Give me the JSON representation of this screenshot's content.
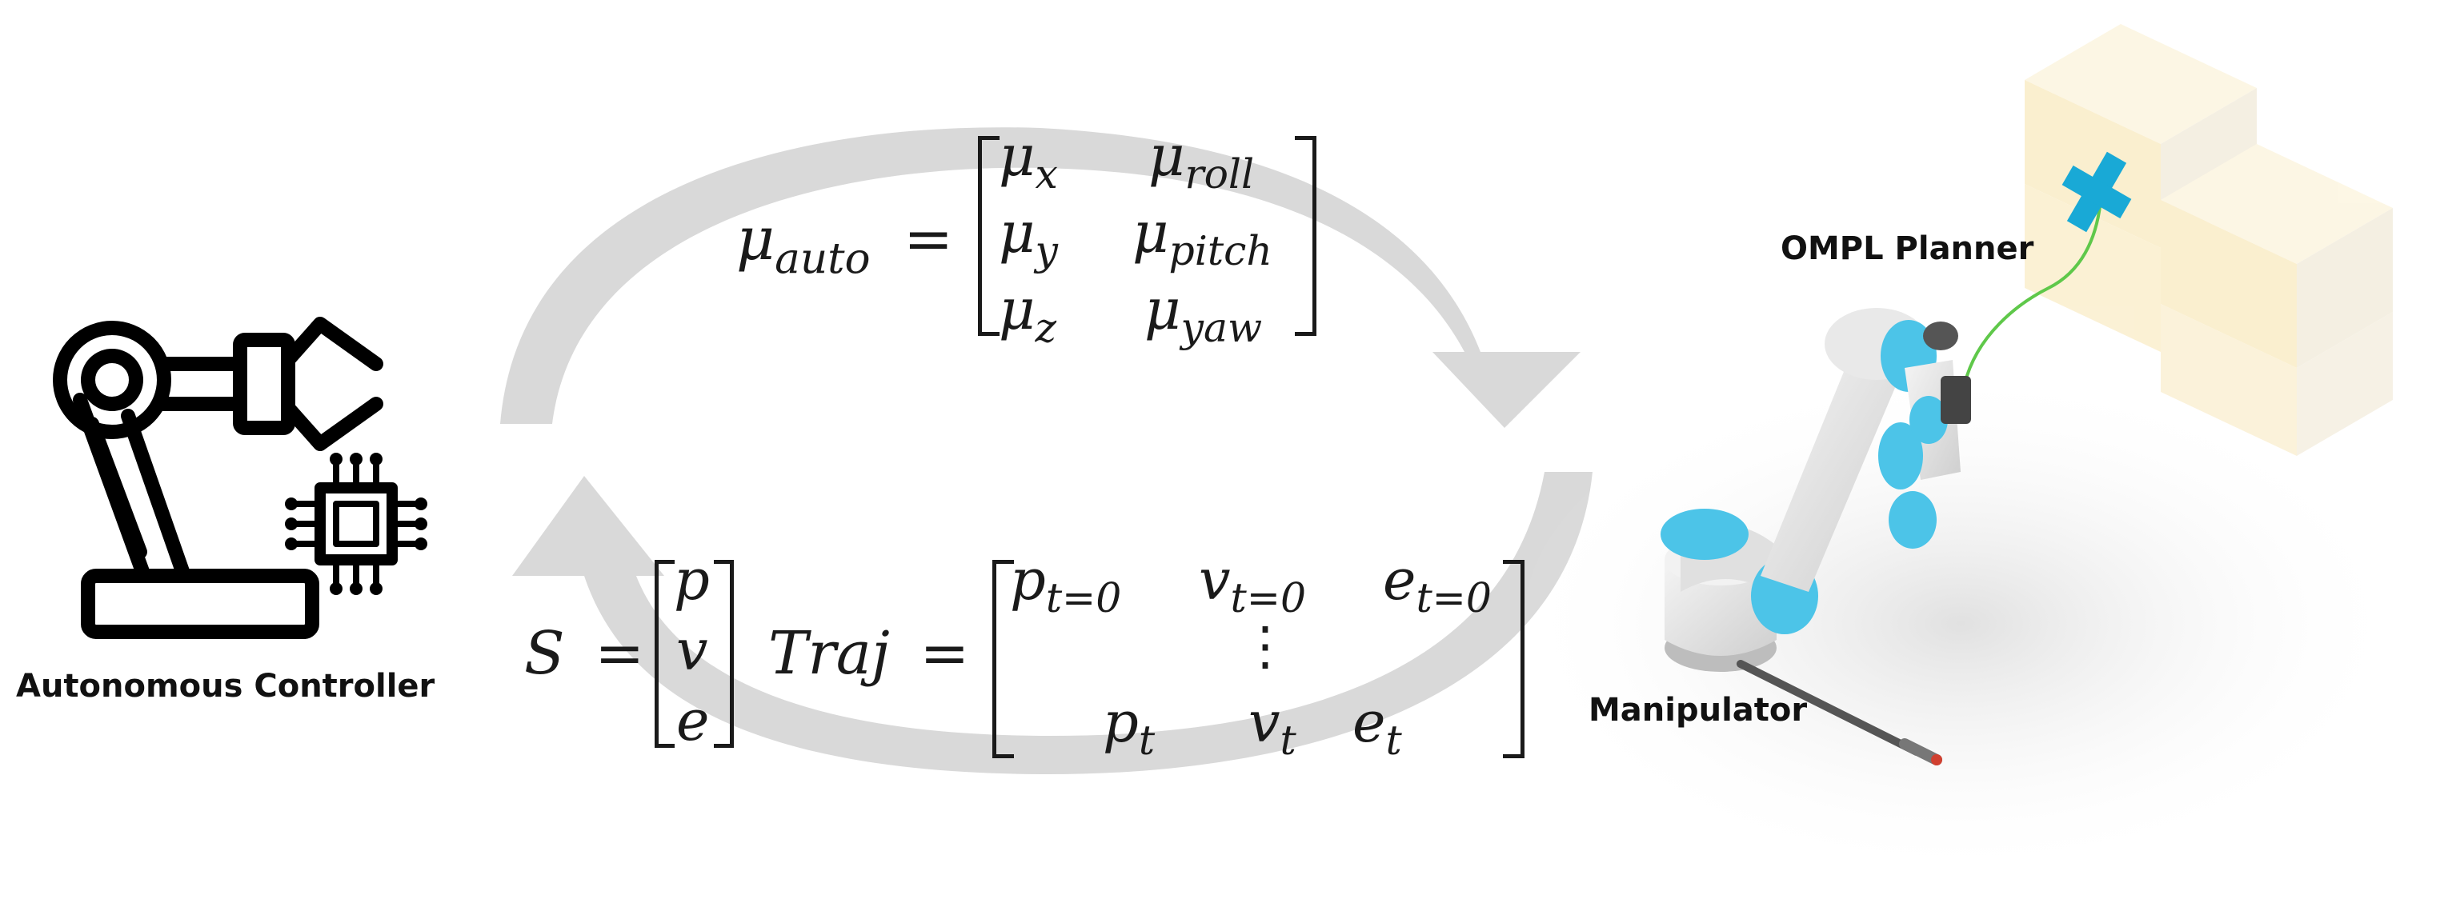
{
  "labels": {
    "controller": "Autonomous Controller",
    "planner": "OMPL Planner",
    "manipulator": "Manipulator"
  },
  "equations": {
    "mu_auto": {
      "lhs": "μ",
      "lhs_sub": "auto",
      "eq": "=",
      "rows": [
        [
          {
            "sym": "μ",
            "sub": "x"
          },
          {
            "sym": "μ",
            "sub": "roll"
          }
        ],
        [
          {
            "sym": "μ",
            "sub": "y"
          },
          {
            "sym": "μ",
            "sub": "pitch"
          }
        ],
        [
          {
            "sym": "μ",
            "sub": "z"
          },
          {
            "sym": "μ",
            "sub": "yaw"
          }
        ]
      ]
    },
    "state": {
      "lhs": "S",
      "eq": "=",
      "rows": [
        "p",
        "v",
        "e"
      ]
    },
    "traj": {
      "lhs": "Traj",
      "eq": "=",
      "row0": [
        {
          "sym": "p",
          "sub": "t=0"
        },
        {
          "sym": "v",
          "sub": "t=0"
        },
        {
          "sym": "e",
          "sub": "t=0"
        }
      ],
      "dots": "⋮",
      "rowt": [
        {
          "sym": "p",
          "sub": "t"
        },
        {
          "sym": "v",
          "sub": "t"
        },
        {
          "sym": "e",
          "sub": "t"
        }
      ]
    }
  },
  "colors": {
    "arrow": "#d9d9d9",
    "joint": "#4cc4e8",
    "arm": "#e6e6e6",
    "target": "#19a9d6",
    "path": "#5fc84a",
    "box": "#f7e7b8"
  },
  "icons": {
    "controller": "robot-arm-chip-icon",
    "target": "target-cross-icon"
  }
}
